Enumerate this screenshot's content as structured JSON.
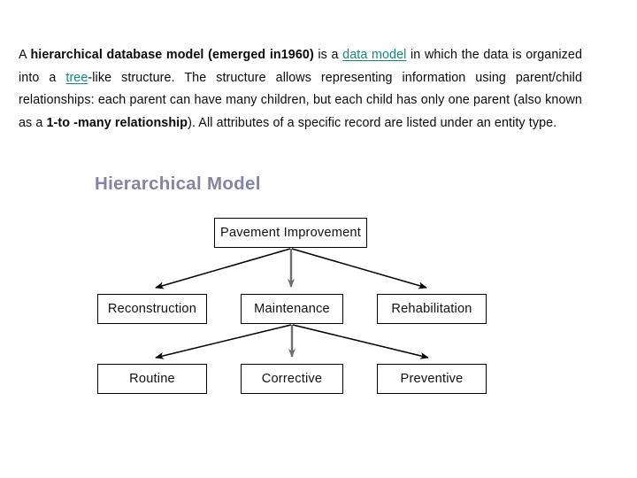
{
  "page": {
    "background": "#ffffff",
    "link_color": "#14877f",
    "heading_color": "#8385a6",
    "diagram_line_color": "#000000",
    "diagram_center_line_color": "#808080"
  },
  "paragraph": {
    "seg_1": "A ",
    "seg_2_bold": "hierarchical database model (emerged in1960)",
    "seg_3": " is a ",
    "seg_4_link": "data model",
    "seg_5": " in which the data is organized into a ",
    "seg_6_link": "tree",
    "seg_7": "-like structure. The structure allows representing information using parent/child relationships: each parent can have many children, but each child has only one parent (also known as a ",
    "seg_8_bold": "1-to -many relationship",
    "seg_9": "). All attributes of a specific record are listed under an entity type."
  },
  "heading": {
    "text": "Hierarchical Model"
  },
  "diagram": {
    "type": "hierarchy-tree",
    "levels": [
      {
        "nodes": [
          {
            "label": "Pavement Improvement"
          }
        ]
      },
      {
        "nodes": [
          {
            "label": "Reconstruction"
          },
          {
            "label": "Maintenance"
          },
          {
            "label": "Rehabilitation"
          }
        ]
      },
      {
        "nodes": [
          {
            "label": "Routine"
          },
          {
            "label": "Corrective"
          },
          {
            "label": "Preventive"
          }
        ]
      }
    ],
    "edges": [
      {
        "from": "Pavement Improvement",
        "to": "Reconstruction"
      },
      {
        "from": "Pavement Improvement",
        "to": "Maintenance"
      },
      {
        "from": "Pavement Improvement",
        "to": "Rehabilitation"
      },
      {
        "from": "Maintenance",
        "to": "Routine"
      },
      {
        "from": "Maintenance",
        "to": "Corrective"
      },
      {
        "from": "Maintenance",
        "to": "Preventive"
      }
    ]
  }
}
